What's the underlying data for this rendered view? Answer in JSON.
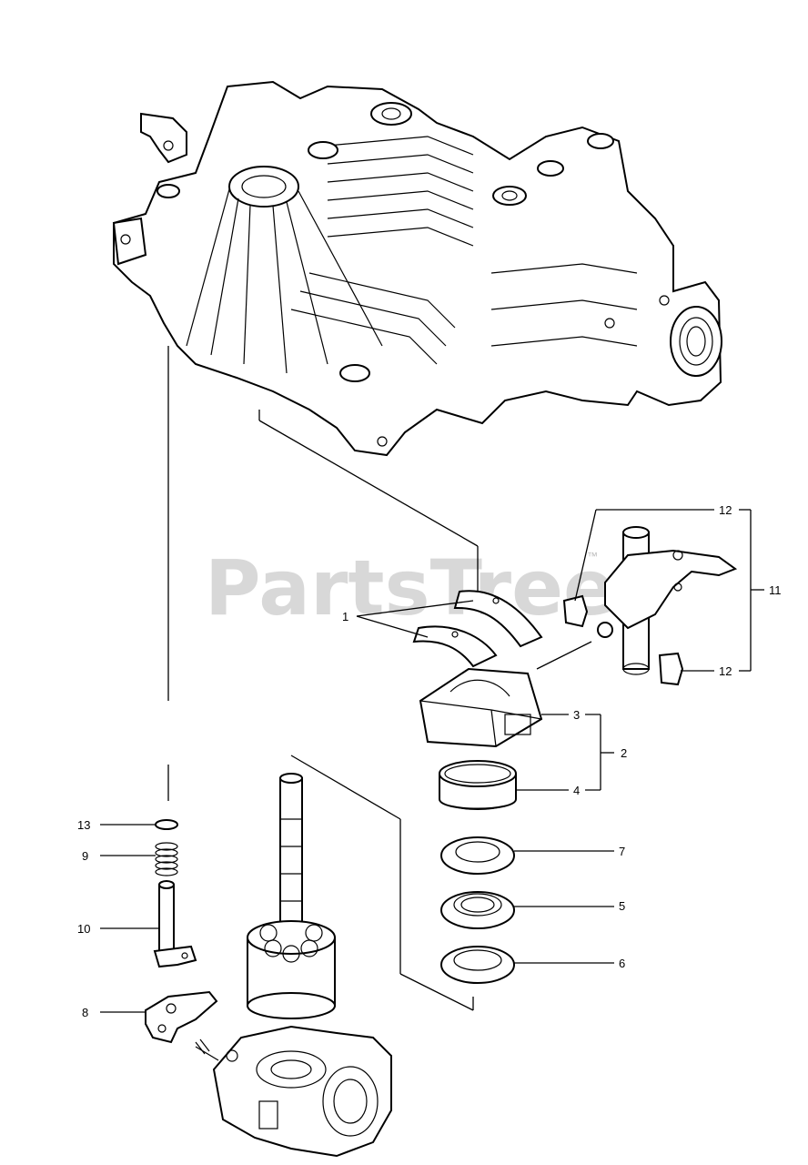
{
  "watermark": "PartsTree",
  "trademark": "™",
  "callouts": {
    "c1": "1",
    "c2": "2",
    "c3": "3",
    "c4": "4",
    "c5": "5",
    "c6": "6",
    "c7": "7",
    "c8": "8",
    "c9": "9",
    "c10": "10",
    "c11": "11",
    "c12a": "12",
    "c12b": "12",
    "c13": "13"
  },
  "parts": {
    "housing": "transaxle-housing",
    "bearings": "bearing-halves",
    "swashplate": "swashplate-block",
    "control_arm": "control-arm-shaft",
    "ring": "ring",
    "washer_7": "washer",
    "seal_5": "seal",
    "washer_6": "washer",
    "pump": "pump-cylinder-block",
    "charge_pump": "charge-pump-housing",
    "valve": "check-valve-shaft",
    "spring": "spring",
    "o_ring": "o-ring",
    "plate": "retainer-plate"
  }
}
